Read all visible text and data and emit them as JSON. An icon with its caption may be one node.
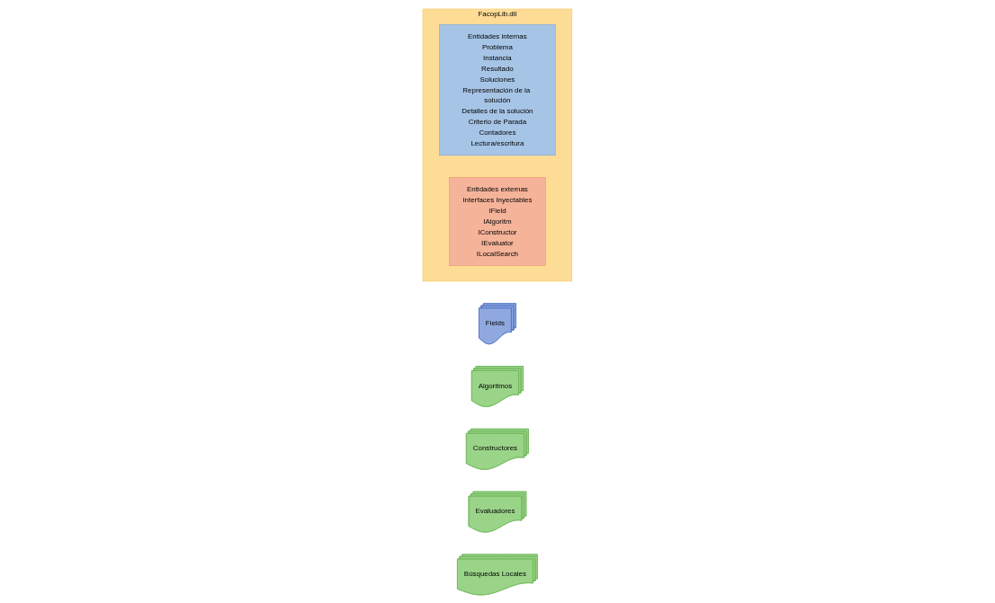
{
  "diagram": {
    "nodes": [
      {
        "text": [
          "FacopLib.dll"
        ]
      },
      {
        "text": [
          "Entidades internas",
          "Problema",
          "Instancia",
          "Resultado",
          "Soluciones",
          "Representación de la solución",
          "Detalles de la solución",
          "Criterio de Parada",
          "Contadores",
          "Lectura/escritura"
        ],
        "in": 0
      },
      {
        "text": [
          "Entidades externas",
          "Interfaces Inyectables",
          "IField",
          "IAlgoritm",
          "IConstructor",
          "IEvaluator",
          "ILocalSearch"
        ],
        "in": 0
      },
      {
        "text": [
          "Fields"
        ]
      },
      {
        "text": [
          "Algoritmos"
        ]
      },
      {
        "text": [
          "Constructores"
        ]
      },
      {
        "text": [
          "Evaluadores"
        ]
      },
      {
        "text": [
          "Búsquedas Locales"
        ]
      }
    ],
    "edges": []
  }
}
